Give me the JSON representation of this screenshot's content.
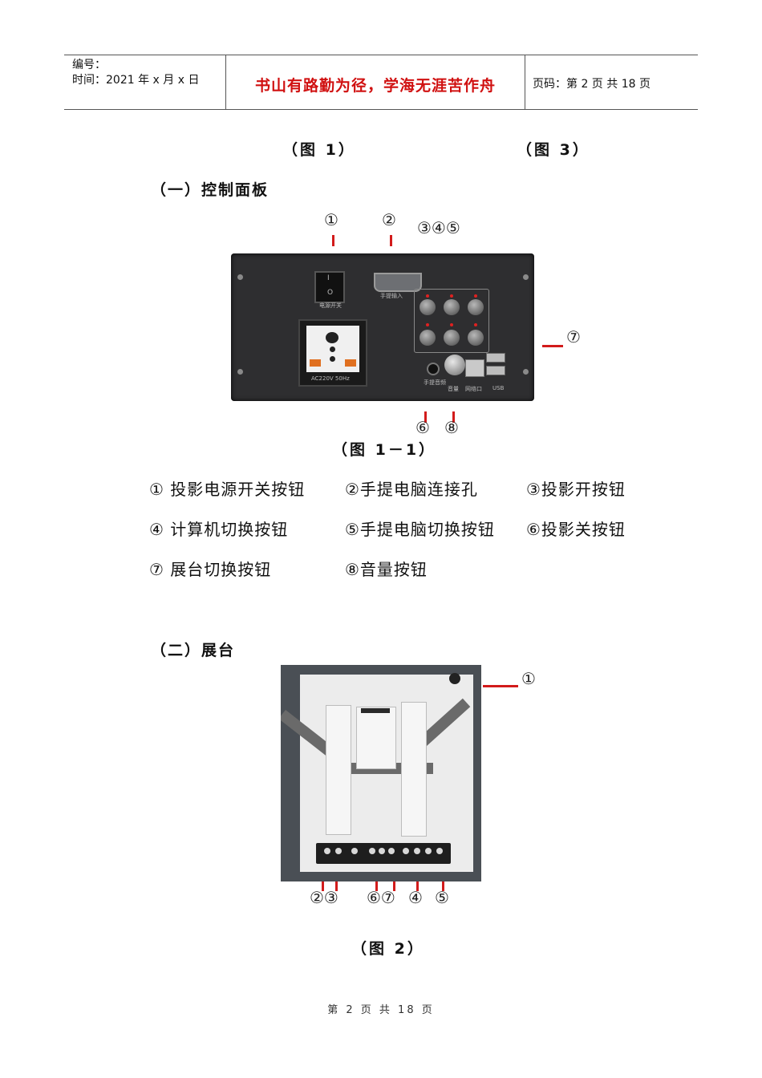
{
  "header": {
    "number_label": "编号：",
    "time_line": "时间：2021 年 x 月 x 日",
    "motto": "书山有路勤为径，学海无涯苦作舟",
    "page_info": "页码：第 2 页  共 18 页"
  },
  "captions": {
    "fig1": "（图 1）",
    "fig3": "（图 3）",
    "fig1_1": "（图 1－1）",
    "fig2": "（图 2）"
  },
  "sections": {
    "control_panel": "（一）控制面板",
    "booth": "（二）展台"
  },
  "figure1_1": {
    "top_numbers": [
      "①",
      "②",
      "③④⑤"
    ],
    "right_number": "⑦",
    "bottom_numbers": [
      "⑥",
      "⑧"
    ],
    "panel_labels": {
      "power_switch": "电源开关",
      "laptop_input": "手提输入",
      "socket": "AC220V 50Hz",
      "audio": "手提音频",
      "volume": "音量",
      "network": "网络口",
      "usb": "USB"
    },
    "legend": [
      [
        "① 投影电源开关按钮",
        "②手提电脑连接孔",
        "③投影开按钮"
      ],
      [
        "④ 计算机切换按钮",
        "⑤手提电脑切换按钮",
        "⑥投影关按钮"
      ],
      [
        "⑦ 展台切换按钮",
        "⑧音量按钮",
        ""
      ]
    ]
  },
  "figure2": {
    "right_number": "①",
    "bottom_numbers": [
      "②③",
      "⑥⑦",
      "④",
      "⑤"
    ]
  },
  "footer": {
    "text": "第 2 页 共 18 页"
  },
  "colors": {
    "motto": "#d01010",
    "marker": "#d21b1b",
    "panel": "#2e2e30"
  }
}
